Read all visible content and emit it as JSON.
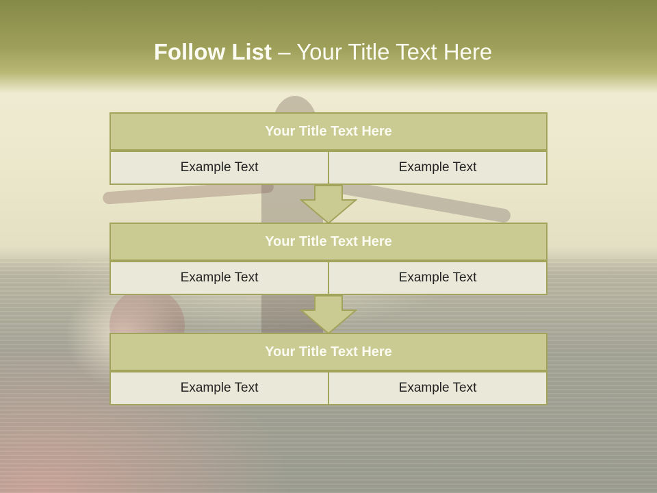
{
  "slide": {
    "title_bold": "Follow List",
    "title_rest": " – Your Title Text Here"
  },
  "colors": {
    "header": "#9ea05a",
    "box_fill": "#cacb93",
    "box_border": "#a2a45b",
    "cell_fill": "#eae8d8"
  },
  "blocks": [
    {
      "title": "Your Title Text Here",
      "left": "Example Text",
      "right": "Example Text"
    },
    {
      "title": "Your Title Text Here",
      "left": "Example Text",
      "right": "Example Text"
    },
    {
      "title": "Your Title Text Here",
      "left": "Example Text",
      "right": "Example Text"
    }
  ]
}
